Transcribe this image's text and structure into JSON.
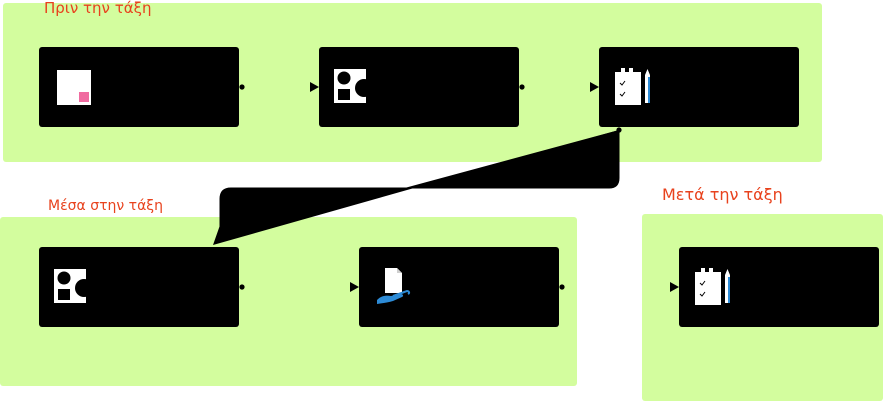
{
  "stages": {
    "before": {
      "label": "Πριν την τάξη"
    },
    "during": {
      "label": "Μέσα στην τάξη"
    },
    "after": {
      "label": "Μετά την τάξη"
    }
  },
  "nodes": [
    {
      "id": "before-1",
      "stage": "before",
      "icon": "whiteboard-icon"
    },
    {
      "id": "before-2",
      "stage": "before",
      "icon": "shapes-icon"
    },
    {
      "id": "before-3",
      "stage": "before",
      "icon": "clipboard-pencil-icon"
    },
    {
      "id": "during-1",
      "stage": "during",
      "icon": "shapes-icon"
    },
    {
      "id": "during-2",
      "stage": "during",
      "icon": "hand-document-icon"
    },
    {
      "id": "after-1",
      "stage": "after",
      "icon": "clipboard-pencil-icon"
    }
  ],
  "edges": [
    {
      "from": "before-1",
      "to": "before-2"
    },
    {
      "from": "before-2",
      "to": "before-3"
    },
    {
      "from": "before-3",
      "to": "during-1"
    },
    {
      "from": "during-1",
      "to": "during-2"
    },
    {
      "from": "during-2",
      "to": "after-1"
    }
  ],
  "colors": {
    "panel": "#d3fd9e",
    "label": "#e8421d",
    "node": "#000000",
    "accent_pink": "#f06ba0",
    "accent_blue": "#2d8bd6"
  }
}
